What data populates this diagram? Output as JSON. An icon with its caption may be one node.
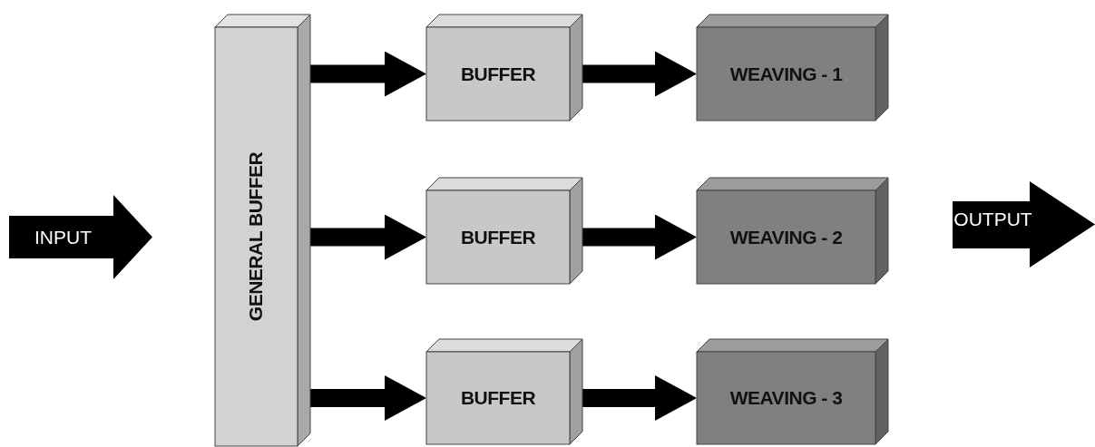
{
  "diagram": {
    "nodes": [
      {
        "text": [
          "INPUT"
        ]
      },
      {
        "text": [
          "GENERAL BUFFER"
        ]
      },
      {
        "text": [
          "BUFFER"
        ]
      },
      {
        "text": [
          "WEAVING - 1"
        ]
      },
      {
        "text": [
          "BUFFER"
        ]
      },
      {
        "text": [
          "WEAVING - 2"
        ]
      },
      {
        "text": [
          "BUFFER"
        ]
      },
      {
        "text": [
          "WEAVING - 3"
        ]
      },
      {
        "text": [
          "OUTPUT"
        ]
      }
    ],
    "edges": [
      {
        "from": 1,
        "to": 2,
        "arrow": "to"
      },
      {
        "from": 2,
        "to": 3,
        "arrow": "to"
      },
      {
        "from": 1,
        "to": 4,
        "arrow": "to"
      },
      {
        "from": 4,
        "to": 5,
        "arrow": "to"
      },
      {
        "from": 1,
        "to": 6,
        "arrow": "to"
      },
      {
        "from": 6,
        "to": 7,
        "arrow": "to"
      }
    ]
  }
}
